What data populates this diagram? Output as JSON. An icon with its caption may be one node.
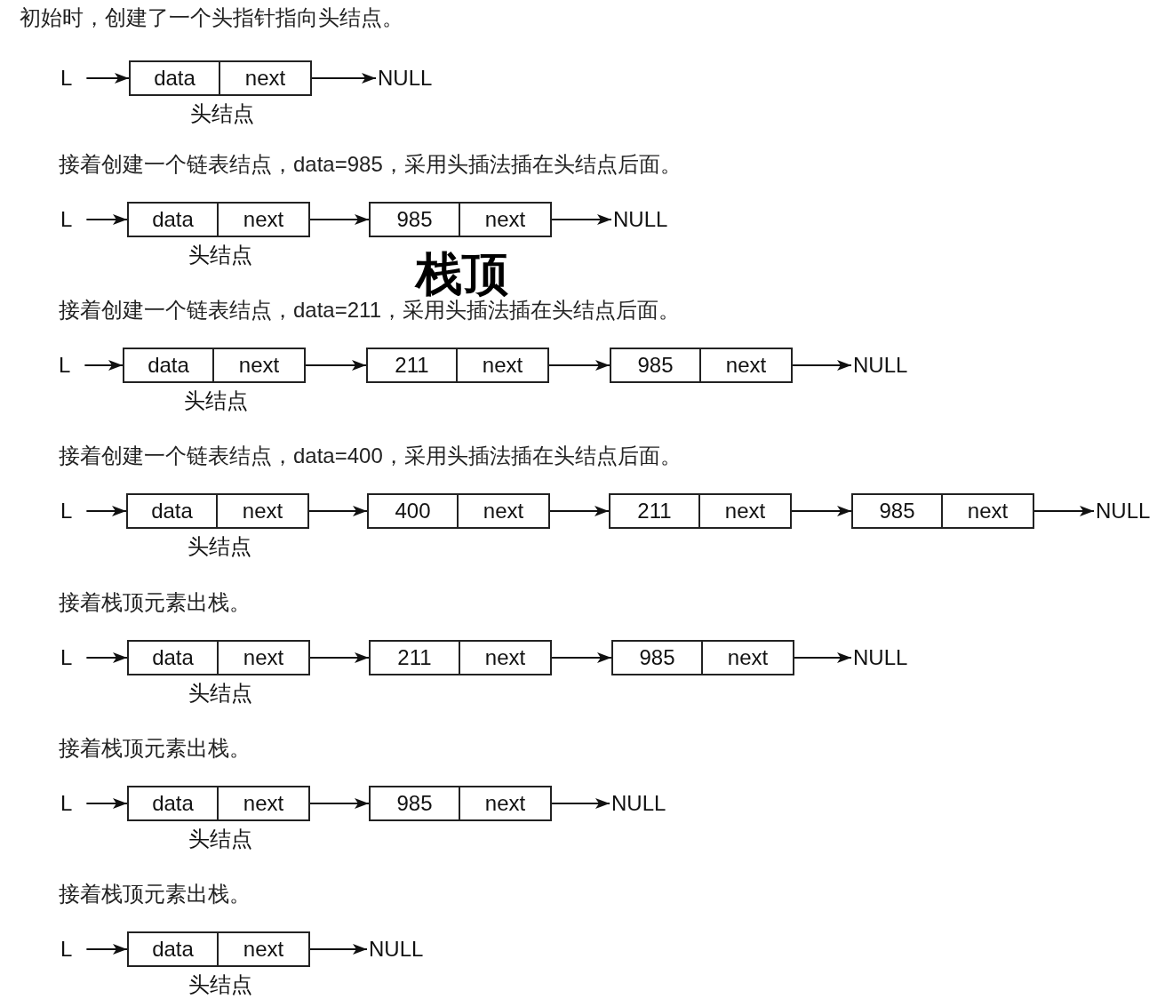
{
  "diagram": {
    "nodes": [
      {
        "text": [
          "L"
        ]
      },
      {
        "text": [
          "data",
          "next"
        ],
        "beside": [
          "头结点"
        ]
      },
      {
        "text": [
          "NULL"
        ]
      },
      {
        "text": [
          "L"
        ]
      },
      {
        "text": [
          "data",
          "next"
        ],
        "beside": [
          "头结点"
        ]
      },
      {
        "text": [
          "985",
          "next"
        ]
      },
      {
        "text": [
          "NULL"
        ]
      },
      {
        "text": [
          "L"
        ]
      },
      {
        "text": [
          "data",
          "next"
        ],
        "beside": [
          "头结点"
        ]
      },
      {
        "text": [
          "211",
          "next"
        ]
      },
      {
        "text": [
          "985",
          "next"
        ]
      },
      {
        "text": [
          "NULL"
        ]
      },
      {
        "text": [
          "L"
        ]
      },
      {
        "text": [
          "data",
          "next"
        ],
        "beside": [
          "头结点"
        ]
      },
      {
        "text": [
          "400",
          "next"
        ]
      },
      {
        "text": [
          "211",
          "next"
        ]
      },
      {
        "text": [
          "985",
          "next"
        ]
      },
      {
        "text": [
          "NULL"
        ]
      },
      {
        "text": [
          "L"
        ]
      },
      {
        "text": [
          "data",
          "next"
        ],
        "beside": [
          "头结点"
        ]
      },
      {
        "text": [
          "211",
          "next"
        ]
      },
      {
        "text": [
          "985",
          "next"
        ]
      },
      {
        "text": [
          "NULL"
        ]
      },
      {
        "text": [
          "L"
        ]
      },
      {
        "text": [
          "data",
          "next"
        ],
        "beside": [
          "头结点"
        ]
      },
      {
        "text": [
          "985",
          "next"
        ]
      },
      {
        "text": [
          "NULL"
        ]
      },
      {
        "text": [
          "L"
        ]
      },
      {
        "text": [
          "data",
          "next"
        ],
        "beside": [
          "头结点"
        ]
      },
      {
        "text": [
          "NULL"
        ]
      }
    ],
    "edges": [
      {
        "from": 0,
        "to": 1,
        "arrow": "to"
      },
      {
        "from": 1,
        "to": 2,
        "arrow": "to"
      },
      {
        "from": 3,
        "to": 4,
        "arrow": "to"
      },
      {
        "from": 4,
        "to": 5,
        "arrow": "to"
      },
      {
        "from": 5,
        "to": 6,
        "arrow": "to"
      },
      {
        "from": 7,
        "to": 8,
        "arrow": "to"
      },
      {
        "from": 8,
        "to": 9,
        "arrow": "to"
      },
      {
        "from": 9,
        "to": 10,
        "arrow": "to"
      },
      {
        "from": 10,
        "to": 11,
        "arrow": "to"
      },
      {
        "from": 12,
        "to": 13,
        "arrow": "to"
      },
      {
        "from": 13,
        "to": 14,
        "arrow": "to"
      },
      {
        "from": 14,
        "to": 15,
        "arrow": "to"
      },
      {
        "from": 15,
        "to": 16,
        "arrow": "to"
      },
      {
        "from": 16,
        "to": 17,
        "arrow": "to"
      },
      {
        "from": 18,
        "to": 19,
        "arrow": "to"
      },
      {
        "from": 19,
        "to": 20,
        "arrow": "to"
      },
      {
        "from": 20,
        "to": 21,
        "arrow": "to"
      },
      {
        "from": 21,
        "to": 22,
        "arrow": "to"
      },
      {
        "from": 23,
        "to": 24,
        "arrow": "to"
      },
      {
        "from": 24,
        "to": 25,
        "arrow": "to"
      },
      {
        "from": 25,
        "to": 26,
        "arrow": "to"
      },
      {
        "from": 27,
        "to": 28,
        "arrow": "to"
      },
      {
        "from": 28,
        "to": 29,
        "arrow": "to"
      }
    ],
    "labels": [
      "初始时，创建了一个头指针指向头结点。",
      "接着创建一个链表结点，data=985，采用头插法插在头结点后面。",
      "栈顶",
      "接着创建一个链表结点，data=211，采用头插法插在头结点后面。",
      "接着创建一个链表结点，data=400，采用头插法插在头结点后面。",
      "接着栈顶元素出栈。",
      "接着栈顶元素出栈。",
      "接着栈顶元素出栈。"
    ]
  }
}
